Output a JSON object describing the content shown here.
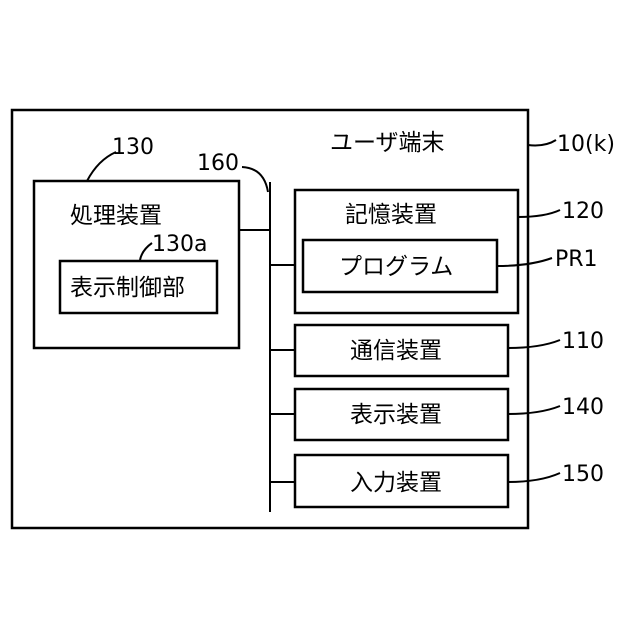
{
  "terminal": {
    "title": "ユーザ端末",
    "ref": "10(k)"
  },
  "processing": {
    "label": "処理装置",
    "ref": "130",
    "display_control": {
      "label": "表示制御部",
      "ref": "130a"
    }
  },
  "bus": {
    "ref": "160"
  },
  "storage": {
    "label": "記憶装置",
    "ref": "120",
    "program": {
      "label": "プログラム",
      "ref": "PR1"
    }
  },
  "communication": {
    "label": "通信装置",
    "ref": "110"
  },
  "display": {
    "label": "表示装置",
    "ref": "140"
  },
  "input": {
    "label": "入力装置",
    "ref": "150"
  }
}
